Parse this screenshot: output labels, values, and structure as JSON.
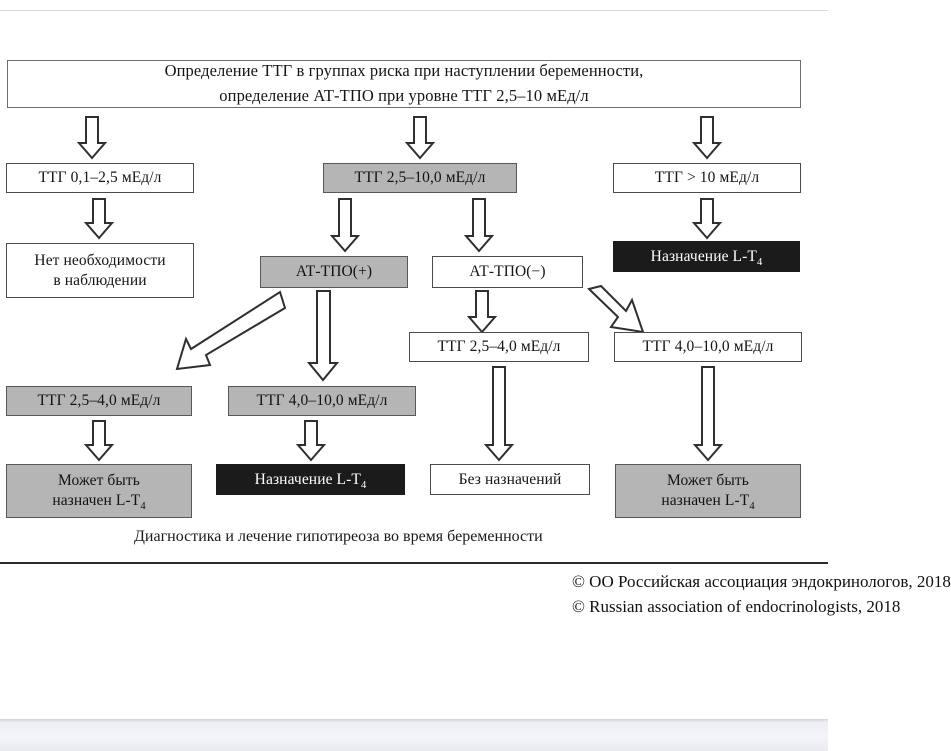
{
  "document": {
    "caption": "Диагностика и лечение гипотиреоза во время беременности",
    "copyright_ru": "© ОО Российская ассоциация эндокринологов, 2018",
    "copyright_en": "© Russian association of endocrinologists, 2018"
  },
  "colors": {
    "white_fill": "#ffffff",
    "grey_fill": "#b5b5b5",
    "black_fill": "#1b1b1b",
    "border": "#4b4b4b",
    "text": "#141414",
    "inverse_text": "#ffffff"
  },
  "chart_data": {
    "type": "diagram",
    "title": "Диагностика и лечение гипотиреоза во время беременности",
    "nodes": [
      {
        "id": "header",
        "style": "white",
        "line1": "Определение ТТГ в группах риска при наступлении беременности,",
        "line2": "определение АТ-ТПО при уровне ТТГ 2,5–10 мЕд/л"
      },
      {
        "id": "tsh_0_1_2_5",
        "style": "white",
        "line1": "ТТГ 0,1–2,5 мЕд/л"
      },
      {
        "id": "tsh_2_5_10",
        "style": "grey",
        "line1": "ТТГ 2,5–10,0 мЕд/л"
      },
      {
        "id": "tsh_gt_10",
        "style": "white",
        "line1": "ТТГ > 10 мЕд/л"
      },
      {
        "id": "no_observation",
        "style": "white",
        "line1": "Нет необходимости",
        "line2": "в наблюдении"
      },
      {
        "id": "atpo_pos",
        "style": "grey",
        "line1": "АТ-ТПО(+)"
      },
      {
        "id": "atpo_neg",
        "style": "white",
        "line1": "АТ-ТПО(−)"
      },
      {
        "id": "lt4_top",
        "style": "black",
        "line1": "Назначение L-T",
        "sub1": "4"
      },
      {
        "id": "tsh_2_5_4_right",
        "style": "white",
        "line1": "ТТГ 2,5–4,0 мЕд/л"
      },
      {
        "id": "tsh_4_10_right",
        "style": "white",
        "line1": "ТТГ 4,0–10,0 мЕд/л"
      },
      {
        "id": "tsh_2_5_4_left",
        "style": "grey",
        "line1": "ТТГ 2,5–4,0 мЕд/л"
      },
      {
        "id": "tsh_4_10_left",
        "style": "grey",
        "line1": "ТТГ 4,0–10,0 мЕд/л"
      },
      {
        "id": "maybe_lt4_left",
        "style": "grey",
        "line1": "Может быть",
        "line2": "назначен L-T",
        "sub2": "4"
      },
      {
        "id": "lt4_bottom",
        "style": "black",
        "line1": "Назначение L-T",
        "sub1": "4"
      },
      {
        "id": "no_prescription",
        "style": "white",
        "line1": "Без назначений"
      },
      {
        "id": "maybe_lt4_right",
        "style": "grey",
        "line1": "Может быть",
        "line2": "назначен L-T",
        "sub2": "4"
      }
    ],
    "edges": [
      {
        "from": "header",
        "to": "tsh_0_1_2_5",
        "dir": "down"
      },
      {
        "from": "header",
        "to": "tsh_2_5_10",
        "dir": "down"
      },
      {
        "from": "header",
        "to": "tsh_gt_10",
        "dir": "down"
      },
      {
        "from": "tsh_0_1_2_5",
        "to": "no_observation",
        "dir": "down"
      },
      {
        "from": "tsh_2_5_10",
        "to": "atpo_pos",
        "dir": "down"
      },
      {
        "from": "tsh_2_5_10",
        "to": "atpo_neg",
        "dir": "down"
      },
      {
        "from": "tsh_gt_10",
        "to": "lt4_top",
        "dir": "down"
      },
      {
        "from": "atpo_pos",
        "to": "tsh_2_5_4_left",
        "dir": "down-left"
      },
      {
        "from": "atpo_pos",
        "to": "tsh_4_10_left",
        "dir": "down"
      },
      {
        "from": "atpo_neg",
        "to": "tsh_2_5_4_right",
        "dir": "down"
      },
      {
        "from": "atpo_neg",
        "to": "tsh_4_10_right",
        "dir": "down-right"
      },
      {
        "from": "tsh_2_5_4_left",
        "to": "maybe_lt4_left",
        "dir": "down"
      },
      {
        "from": "tsh_4_10_left",
        "to": "lt4_bottom",
        "dir": "down"
      },
      {
        "from": "tsh_2_5_4_right",
        "to": "no_prescription",
        "dir": "down"
      },
      {
        "from": "tsh_4_10_right",
        "to": "maybe_lt4_right",
        "dir": "down"
      }
    ]
  }
}
